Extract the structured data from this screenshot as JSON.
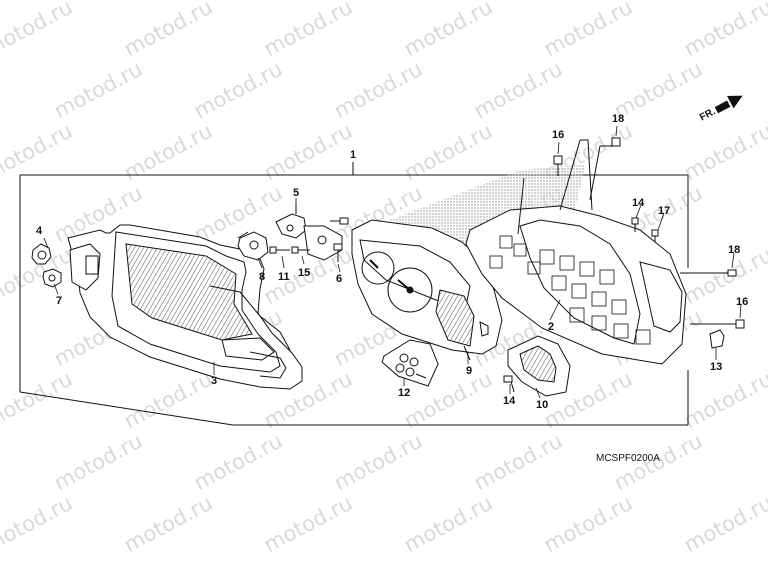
{
  "watermark": {
    "text": "motod.ru"
  },
  "drawing_code": "MCSPF0200A",
  "front_indicator": {
    "label": "FR."
  },
  "callouts": {
    "c1": "1",
    "c2": "2",
    "c3": "3",
    "c4": "4",
    "c5": "5",
    "c6": "6",
    "c7": "7",
    "c8": "8",
    "c9": "9",
    "c10": "10",
    "c11": "11",
    "c12": "12",
    "c13": "13",
    "c14a": "14",
    "c14b": "14",
    "c15": "15",
    "c16a": "16",
    "c16b": "16",
    "c17": "17",
    "c18a": "18",
    "c18b": "18"
  },
  "colors": {
    "line": "#111111",
    "watermark": "#d9d9d9",
    "background": "#ffffff"
  }
}
